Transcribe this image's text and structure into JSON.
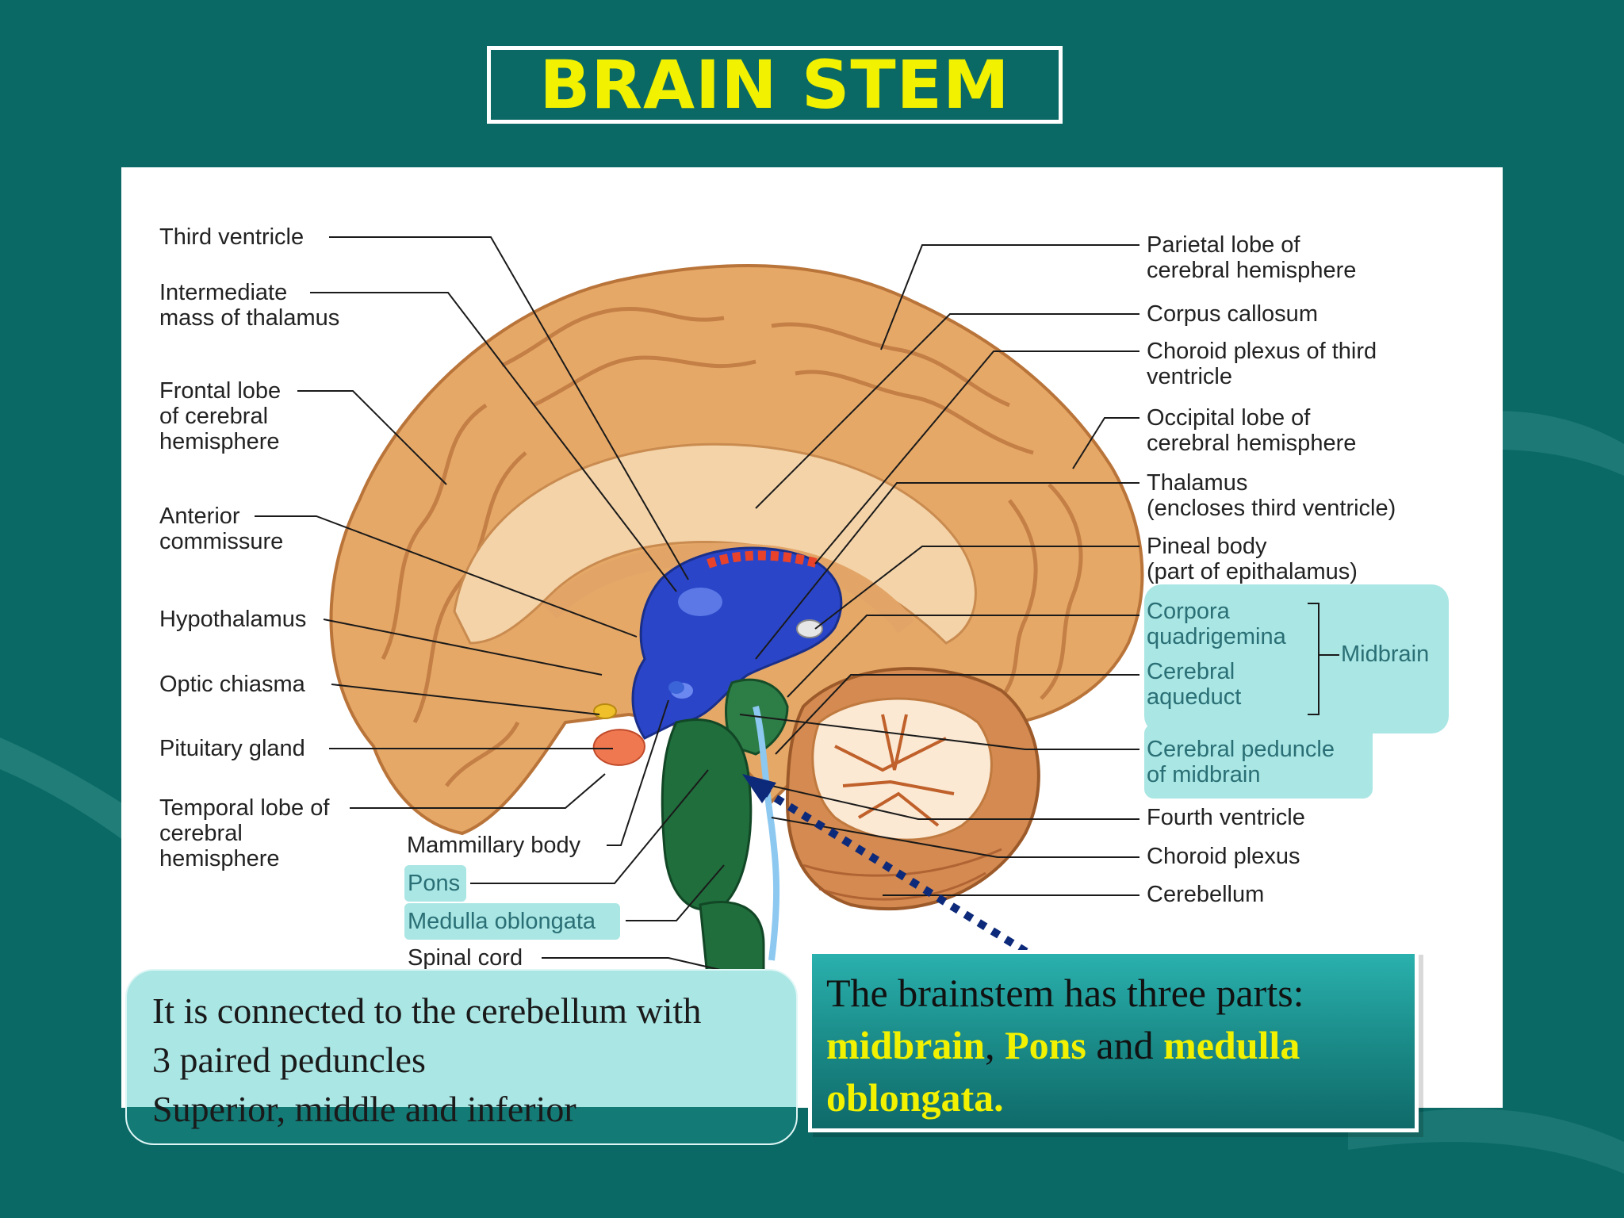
{
  "slide": {
    "title": "BRAIN STEM"
  },
  "diagram": {
    "labels_left": {
      "third_ventricle": "Third ventricle",
      "intermediate_mass": "Intermediate\nmass of thalamus",
      "frontal_lobe": "Frontal lobe\nof cerebral\nhemisphere",
      "anterior_commissure": "Anterior\ncommissure",
      "hypothalamus": "Hypothalamus",
      "optic_chiasma": "Optic chiasma",
      "pituitary_gland": "Pituitary gland",
      "temporal_lobe": "Temporal lobe of\ncerebral\nhemisphere",
      "mammillary_body": "Mammillary body",
      "pons": "Pons",
      "medulla_oblongata": "Medulla oblongata",
      "spinal_cord": "Spinal cord"
    },
    "labels_right": {
      "parietal_lobe": "Parietal lobe of\ncerebral hemisphere",
      "corpus_callosum": "Corpus callosum",
      "choroid_plexus_third": "Choroid plexus of third\nventricle",
      "occipital_lobe": "Occipital lobe of\ncerebral hemisphere",
      "thalamus": "Thalamus\n(encloses third ventricle)",
      "pineal_body": "Pineal body\n(part of epithalamus)",
      "corpora_quadrigemina": "Corpora\nquadrigemina",
      "cerebral_aqueduct": "Cerebral\naqueduct",
      "midbrain": "Midbrain",
      "cerebral_peduncle": "Cerebral peduncle\nof midbrain",
      "fourth_ventricle": "Fourth ventricle",
      "choroid_plexus": "Choroid plexus",
      "cerebellum": "Cerebellum"
    }
  },
  "notes": {
    "left": {
      "line1": "It is connected to the cerebellum with",
      "line2": "3 paired peduncles",
      "line3": "Superior, middle and inferior"
    },
    "right": {
      "intro": "The brainstem has three parts:",
      "part1": "midbrain",
      "sep1": ", ",
      "part2": "Pons",
      "sep2": " and ",
      "part3": "medulla",
      "part3b": "oblongata."
    }
  },
  "colors": {
    "background": "#0b6965",
    "title": "#f2f200",
    "highlight": "#a9e6e4",
    "brainstem": "#1f6e3c",
    "cortex": "#e0a266",
    "ventricle": "#2a45c8"
  }
}
